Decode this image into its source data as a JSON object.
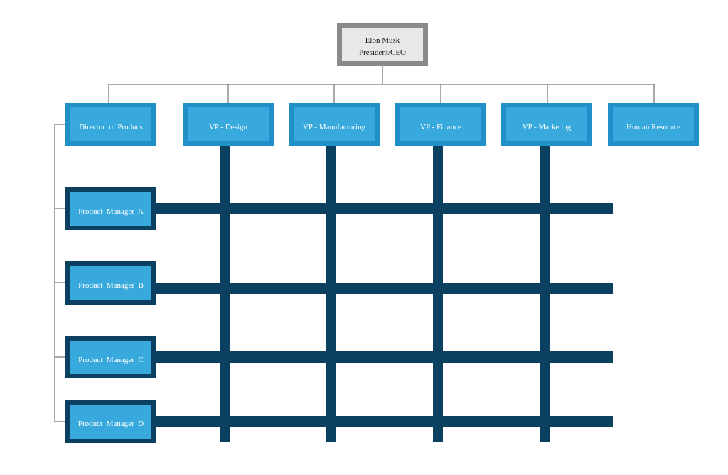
{
  "ceo": {
    "name": "Elon Musk",
    "title": "President/CEO"
  },
  "departments": [
    {
      "label": "Director  of Producs"
    },
    {
      "label": "VP - Design"
    },
    {
      "label": "VP - Manufacturing"
    },
    {
      "label": "VP - Finance"
    },
    {
      "label": "VP - Marketing"
    },
    {
      "label": "Human Resource"
    }
  ],
  "product_managers": [
    {
      "label": "Product  Manager  A"
    },
    {
      "label": "Product  Manager  B"
    },
    {
      "label": "Product  Manager  C"
    },
    {
      "label": "Product  Manager  D"
    }
  ],
  "colors": {
    "department_fill": "#37a9dc",
    "department_border": "#1f91c8",
    "manager_fill": "#37a9dc",
    "matrix_bar": "#0c4060",
    "ceo_border": "#8a8a8a",
    "ceo_fill": "#e9e7ea",
    "connector": "#8c8c8c",
    "node_text": "#ffffff",
    "ceo_text": "#111111"
  }
}
